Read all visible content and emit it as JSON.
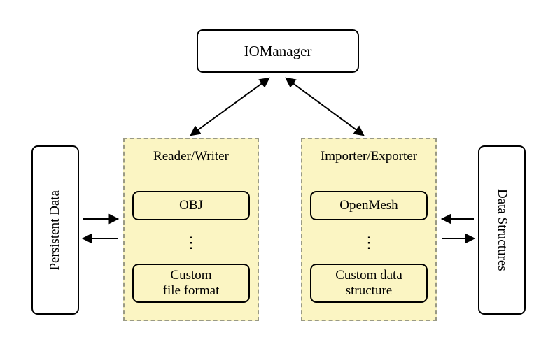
{
  "diagram": {
    "iomanager": "IOManager",
    "persistent_data": "Persistent Data",
    "data_structures": "Data Structures",
    "left_panel": {
      "title": "Reader/Writer",
      "top_item": "OBJ",
      "dots": "⋮",
      "bottom_item_line1": "Custom",
      "bottom_item_line2": "file format"
    },
    "right_panel": {
      "title": "Importer/Exporter",
      "top_item": "OpenMesh",
      "dots": "⋮",
      "bottom_item_line1": "Custom data",
      "bottom_item_line2": "structure"
    },
    "colors": {
      "panel_fill": "#fbf5c3",
      "panel_border": "#9a9a85",
      "node_border": "#000000",
      "background": "#ffffff",
      "arrow": "#000000"
    }
  }
}
